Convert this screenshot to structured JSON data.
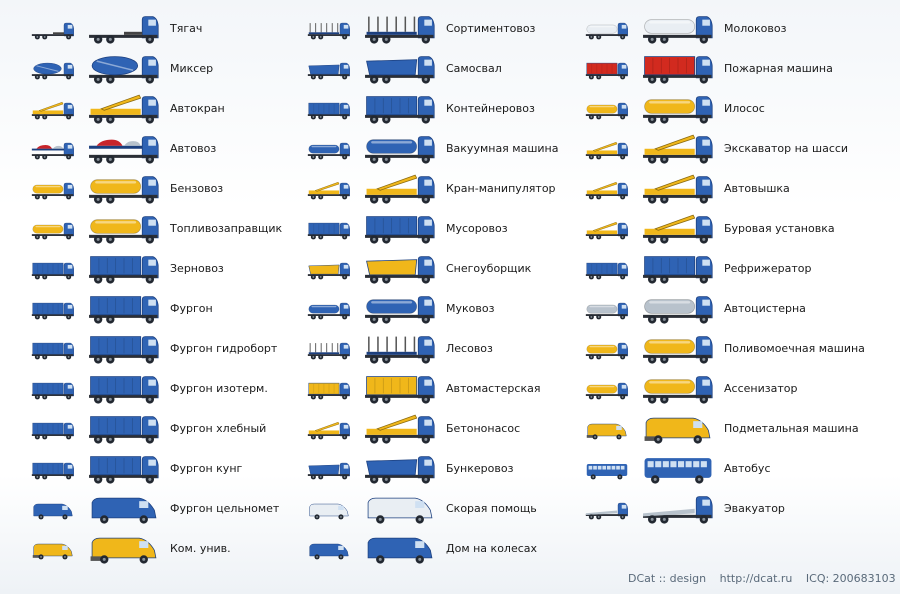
{
  "colors": {
    "cab": "#2f63b4",
    "cabDark": "#1c3f7e",
    "yellow": "#f0b71a",
    "red": "#d22a1f",
    "white": "#e9eef3",
    "gray": "#b8c2cc",
    "wheel": "#222831"
  },
  "columns": [
    {
      "items": [
        {
          "label": "Тягач",
          "body": "tractor",
          "color": "cab"
        },
        {
          "label": "Миксер",
          "body": "mixer",
          "color": "cab"
        },
        {
          "label": "Автокран",
          "body": "crane",
          "color": "yellow"
        },
        {
          "label": "Автовоз",
          "body": "carrier",
          "color": "cab"
        },
        {
          "label": "Бензовоз",
          "body": "tank",
          "color": "yellow"
        },
        {
          "label": "Топливозаправщик",
          "body": "tank",
          "color": "yellow"
        },
        {
          "label": "Зерновоз",
          "body": "box",
          "color": "cab"
        },
        {
          "label": "Фургон",
          "body": "box",
          "color": "cab"
        },
        {
          "label": "Фургон гидроборт",
          "body": "box",
          "color": "cab"
        },
        {
          "label": "Фургон изотерм.",
          "body": "box",
          "color": "cab"
        },
        {
          "label": "Фургон хлебный",
          "body": "box",
          "color": "cab"
        },
        {
          "label": "Фургон кунг",
          "body": "box",
          "color": "cab"
        },
        {
          "label": "Фургон цельномет",
          "body": "van",
          "color": "cab"
        },
        {
          "label": "Ком. унив.",
          "body": "sweeper",
          "color": "yellow"
        }
      ]
    },
    {
      "items": [
        {
          "label": "Сортиментовоз",
          "body": "rack",
          "color": "cab"
        },
        {
          "label": "Самосвал",
          "body": "dump",
          "color": "cab"
        },
        {
          "label": "Контейнеровоз",
          "body": "box",
          "color": "cab"
        },
        {
          "label": "Вакуумная машина",
          "body": "tank",
          "color": "cab"
        },
        {
          "label": "Кран-манипулятор",
          "body": "crane",
          "color": "yellow"
        },
        {
          "label": "Мусоровоз",
          "body": "box",
          "color": "cab"
        },
        {
          "label": "Снегоуборщик",
          "body": "dump",
          "color": "yellow"
        },
        {
          "label": "Муковоз",
          "body": "tank",
          "color": "cab"
        },
        {
          "label": "Лесовоз",
          "body": "rack",
          "color": "cab"
        },
        {
          "label": "Автомастерская",
          "body": "box",
          "color": "yellow"
        },
        {
          "label": "Бетононасос",
          "body": "crane",
          "color": "yellow"
        },
        {
          "label": "Бункеровоз",
          "body": "dump",
          "color": "cab"
        },
        {
          "label": "Скорая помощь",
          "body": "van",
          "color": "white"
        },
        {
          "label": "Дом на колесах",
          "body": "van",
          "color": "cab"
        }
      ]
    },
    {
      "items": [
        {
          "label": "Молоковоз",
          "body": "tank",
          "color": "white"
        },
        {
          "label": "Пожарная машина",
          "body": "box",
          "color": "red"
        },
        {
          "label": "Илосос",
          "body": "tank",
          "color": "yellow"
        },
        {
          "label": "Экскаватор на шасси",
          "body": "crane",
          "color": "yellow"
        },
        {
          "label": "Автовышка",
          "body": "crane",
          "color": "yellow"
        },
        {
          "label": "Буровая установка",
          "body": "crane",
          "color": "yellow"
        },
        {
          "label": "Рефрижератор",
          "body": "box",
          "color": "cab"
        },
        {
          "label": "Автоцистерна",
          "body": "tank",
          "color": "gray"
        },
        {
          "label": "Поливомоечная машина",
          "body": "tank",
          "color": "yellow"
        },
        {
          "label": "Ассенизатор",
          "body": "tank",
          "color": "yellow"
        },
        {
          "label": "Подметальная машина",
          "body": "sweeper",
          "color": "yellow"
        },
        {
          "label": "Автобус",
          "body": "bus",
          "color": "cab"
        },
        {
          "label": "Эвакуатор",
          "body": "flatbed",
          "color": "cab"
        }
      ]
    }
  ],
  "footer": {
    "brand": "DCat :: design",
    "site": "http://dcat.ru",
    "icq": "ICQ: 200683103"
  }
}
